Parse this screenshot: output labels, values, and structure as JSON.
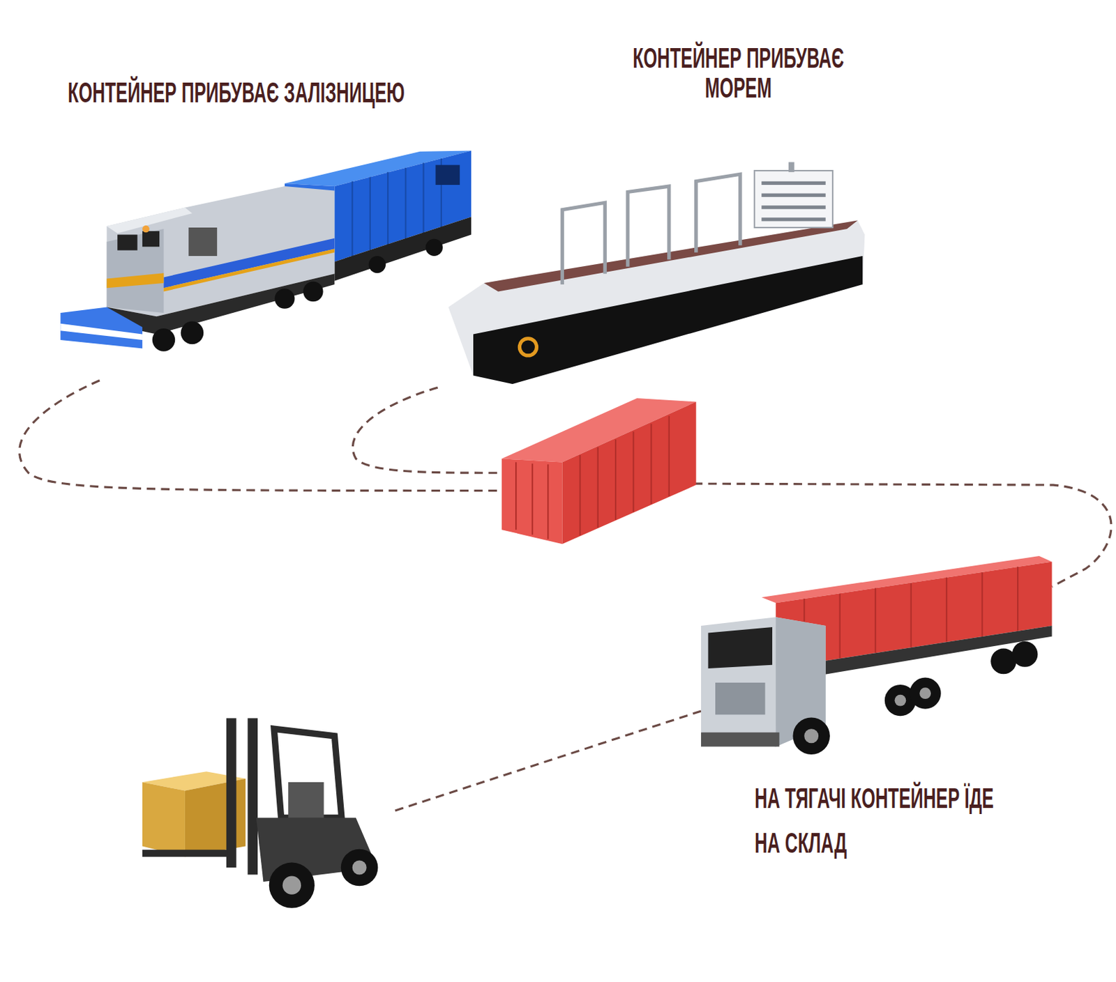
{
  "diagram": {
    "labels": [
      "КОНТЕЙНЕР ПРИБУВАЄ ЗАЛІЗНИЦЕЮ",
      "КОНТЕЙНЕР ПРИБУВАЄ МОРЕМ",
      "НА ТЯГАЧІ КОНТЕЙНЕР ЇДЕ НА СКЛАД"
    ]
  }
}
